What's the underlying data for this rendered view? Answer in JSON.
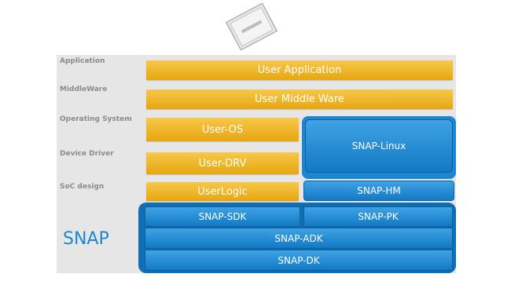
{
  "icons": {
    "chip": "chip-icon"
  },
  "layers": {
    "application": "Application",
    "middleware": "MiddleWare",
    "operating_system": "Operating System",
    "device_driver": "Device Driver",
    "soc_design": "SoC design",
    "snap": "SNAP"
  },
  "user_blocks": {
    "application": "User Application",
    "middleware": "User Middle Ware",
    "os": "User-OS",
    "drv": "User-DRV",
    "logic": "UserLogic"
  },
  "snap_blocks": {
    "linux": "SNAP-Linux",
    "hm": "SNAP-HM",
    "sdk": "SNAP-SDK",
    "pk": "SNAP-PK",
    "adk": "SNAP-ADK",
    "dk": "SNAP-DK"
  },
  "colors": {
    "user_block": "#eeb42a",
    "snap_block": "#1a87d2",
    "row_background": "#e6e6e6",
    "snap_label": "#1a87d2"
  }
}
